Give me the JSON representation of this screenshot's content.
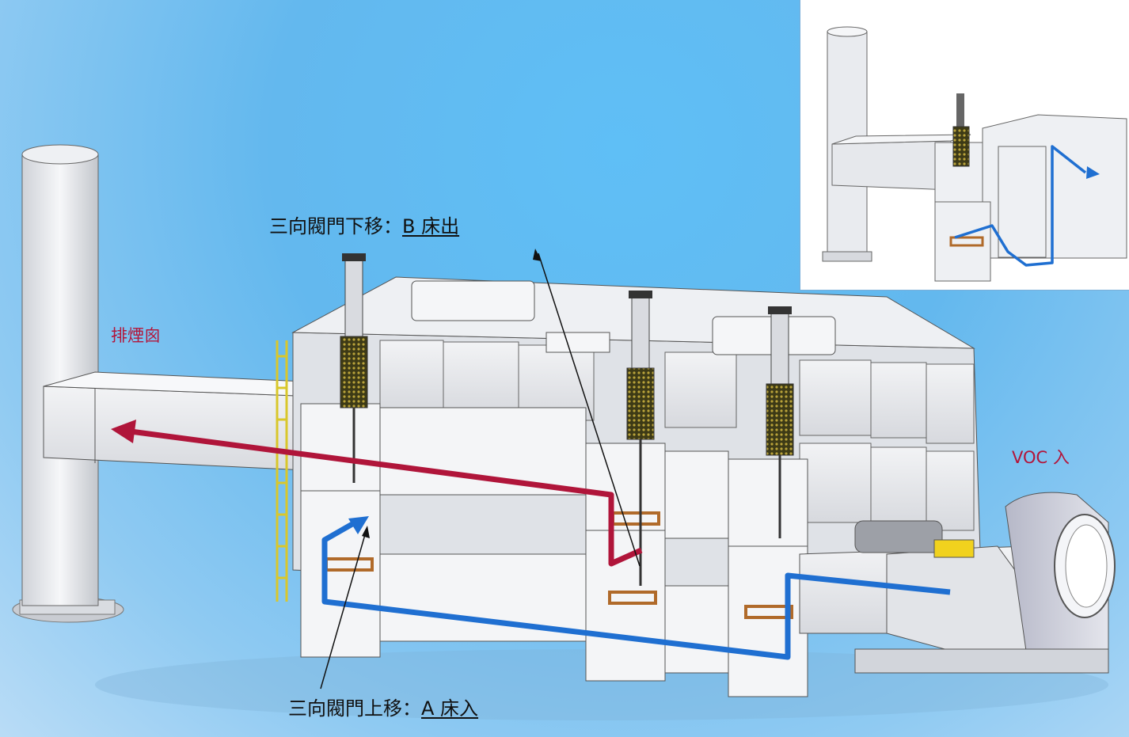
{
  "labels": {
    "valve_down_prefix": "三向閥門下移：",
    "valve_down_target": "B 床出",
    "valve_up_prefix": "三向閥門上移：",
    "valve_up_target": "A 床入",
    "chimney": "排煙囪",
    "voc_inlet": "VOC 入"
  },
  "colors": {
    "exhaust_flow": "#b0153a",
    "inlet_flow": "#1f6fd1",
    "label_red": "#b3153a",
    "steel": "#e9ebef",
    "media": "#6b6a2a",
    "frame": "#e8d33a"
  }
}
